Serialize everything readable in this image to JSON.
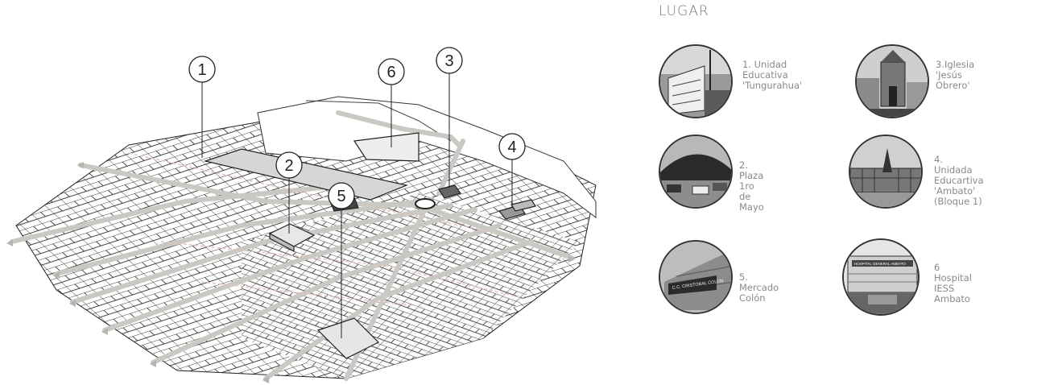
{
  "section": {
    "title": "LUGAR"
  },
  "map": {
    "markers": [
      {
        "label": "1"
      },
      {
        "label": "2"
      },
      {
        "label": "3"
      },
      {
        "label": "4"
      },
      {
        "label": "5"
      },
      {
        "label": "6"
      }
    ]
  },
  "places": [
    {
      "caption_lines": [
        "1. Unidad Educativa",
        "'Tungurahua'"
      ]
    },
    {
      "caption_lines": [
        "3.Iglesia 'Jesús",
        "Obrero'"
      ]
    },
    {
      "caption_lines": [
        "2. Plaza 1ro de",
        "Mayo"
      ]
    },
    {
      "caption_lines": [
        "4. Unidada Educartiva",
        "'Ambato'",
        "(Bloque 1)"
      ]
    },
    {
      "caption_lines": [
        "5. Mercado Colón"
      ]
    },
    {
      "caption_lines": [
        "6 Hospital IESS",
        "Ambato"
      ]
    }
  ],
  "photo_signs": {
    "market": "C.C. CRISTOBAL COLON",
    "hospital": "HOSPITAL GENERAL AMBATO"
  }
}
